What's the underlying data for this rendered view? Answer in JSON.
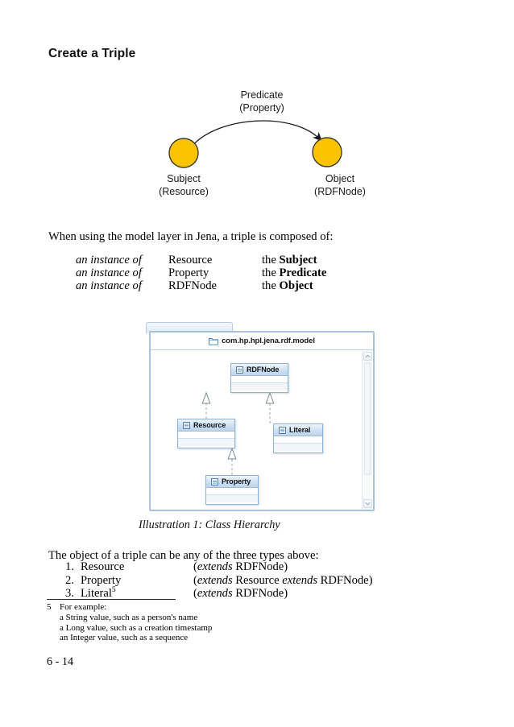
{
  "page": {
    "heading": "Create a Triple",
    "footer": "6 - 14"
  },
  "triple_diagram": {
    "predicate_line1": "Predicate",
    "predicate_line2": "(Property)",
    "subject_line1": "Subject",
    "subject_line2": "(Resource)",
    "object_line1": "Object",
    "object_line2": "(RDFNode)",
    "node_fill_color": "#FCC400",
    "node_stroke_color": "#3a3a2a",
    "arrow_color": "#1a1a1a"
  },
  "intro": {
    "paragraph": "When using the model layer in Jena, a triple is composed of:",
    "rows": [
      {
        "instance": "an instance of",
        "type": "Resource",
        "role_prefix": "the ",
        "role": "Subject"
      },
      {
        "instance": "an instance of",
        "type": "Property",
        "role_prefix": "the ",
        "role": "Predicate"
      },
      {
        "instance": "an instance of",
        "type": "RDFNode",
        "role_prefix": "the ",
        "role": "Object"
      }
    ]
  },
  "uml_figure": {
    "package_title": "com.hp.hpl.jena.rdf.model",
    "classes": [
      {
        "name": "RDFNode"
      },
      {
        "name": "Resource"
      },
      {
        "name": "Literal"
      },
      {
        "name": "Property"
      }
    ],
    "caption": "Illustration 1: Class Hierarchy",
    "accent_color": "#a8c3e0",
    "header_gradient_top": "#eef5fc",
    "header_gradient_bottom": "#bcd5ec"
  },
  "object_section": {
    "paragraph": "The object of a triple can be any of the three types above:",
    "items": [
      {
        "num": "1.",
        "name": "Resource",
        "footnote_marker": "",
        "extends_pre": "(",
        "extends_kw1": "extends",
        "extends_mid": " RDFNode)",
        "extends_kw2": "",
        "extends_post": ""
      },
      {
        "num": "2.",
        "name": "Property",
        "footnote_marker": "",
        "extends_pre": "(",
        "extends_kw1": "extends",
        "extends_mid": " Resource ",
        "extends_kw2": "extends",
        "extends_post": " RDFNode)"
      },
      {
        "num": "3.",
        "name": "Literal",
        "footnote_marker": "5",
        "extends_pre": "(",
        "extends_kw1": "extends",
        "extends_mid": " RDFNode)",
        "extends_kw2": "",
        "extends_post": ""
      }
    ]
  },
  "footnote": {
    "number": "5",
    "line1": "For example:",
    "line2": "a String value, such as a person's name",
    "line3": "a Long value, such as a creation timestamp",
    "line4": "an Integer value, such as a sequence"
  }
}
